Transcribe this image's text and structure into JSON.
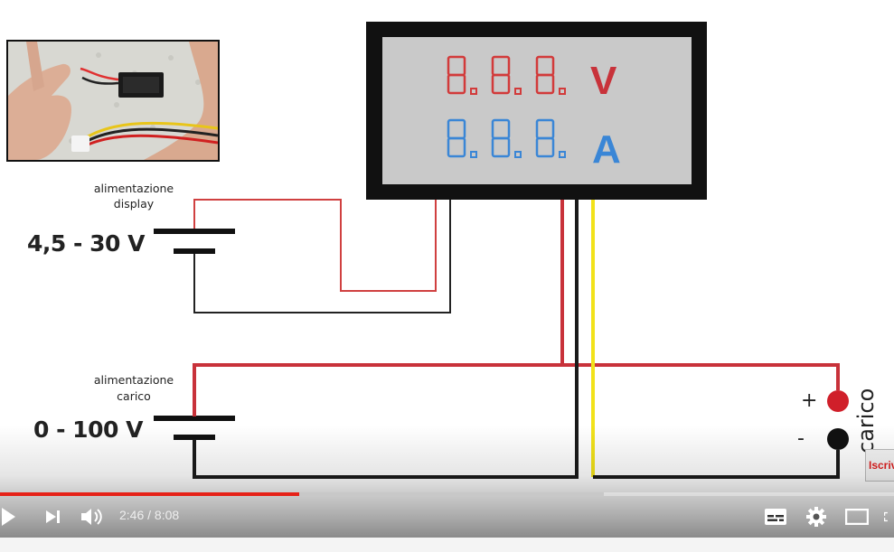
{
  "player": {
    "time_current": "2:46",
    "time_separator": " / ",
    "time_total": "8:08",
    "played_fraction": 0.335,
    "buffered_fraction": 0.675,
    "colors": {
      "played": "#e62117",
      "buffered": "#c8c8c8"
    },
    "subscribe_label": "Iscriviti",
    "icons": [
      "play-icon",
      "next-icon",
      "volume-icon",
      "subtitles-icon",
      "settings-icon",
      "theater-icon",
      "fullscreen-icon"
    ]
  },
  "diagram": {
    "display": {
      "volt_readout": "8.8.8.",
      "volt_unit": "V",
      "amp_readout": "8.8.8.",
      "amp_unit": "A"
    },
    "supply_display": {
      "label_line1": "alimentazione",
      "label_line2": "display",
      "range": "4,5 - 30 V"
    },
    "supply_load": {
      "label_line1": "alimentazione",
      "label_line2": "carico",
      "range": "0 - 100 V"
    },
    "load": {
      "label": "carico",
      "plus": "+",
      "minus": "-"
    },
    "colors": {
      "red_wire": "#c8323a",
      "black_wire": "#1a1a1a",
      "yellow_wire": "#f2e21a",
      "volt_digits": "#d23a3a",
      "amp_digits": "#3a86d6"
    }
  }
}
